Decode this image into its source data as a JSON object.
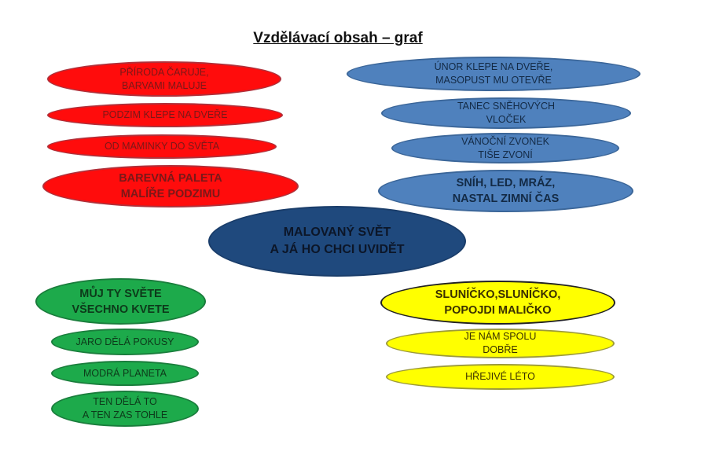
{
  "title": "Vzdělávací obsah – graf",
  "center": "MALOVANÝ SVĚT\nA JÁ HO CHCI UVIDĚT",
  "autumn": [
    "PŘÍRODA ČARUJE,\nBARVAMI MALUJE",
    "PODZIM KLEPE NA DVEŘE",
    "OD MAMINKY DO SVĚTA",
    "BAREVNÁ PALETA\nMALÍŘE PODZIMU"
  ],
  "winter": [
    "ÚNOR KLEPE NA DVEŘE,\nMASOPUST MU OTEVŘE",
    "TANEC SNĚHOVÝCH\nVLOČEK",
    "VÁNOČNÍ ZVONEK\nTIŠE ZVONÍ",
    "SNÍH, LED, MRÁZ,\nNASTAL ZIMNÍ ČAS"
  ],
  "spring": [
    "MŮJ TY SVĚTE\nVŠECHNO KVETE",
    "JARO DĚLÁ POKUSY",
    "MODRÁ PLANETA",
    "TEN DĚLÁ TO\nA TEN ZAS TOHLE"
  ],
  "summer": [
    "SLUNÍČKO,SLUNÍČKO,\nPOPOJDI MALIČKO",
    "JE NÁM SPOLU\nDOBŘE",
    "HŘEJIVÉ LÉTO"
  ],
  "colors": {
    "autumn": "#ff0c0c",
    "winter": "#4f81bd",
    "center": "#1f497d",
    "spring": "#1daa4b",
    "summer": "#ffff00"
  }
}
